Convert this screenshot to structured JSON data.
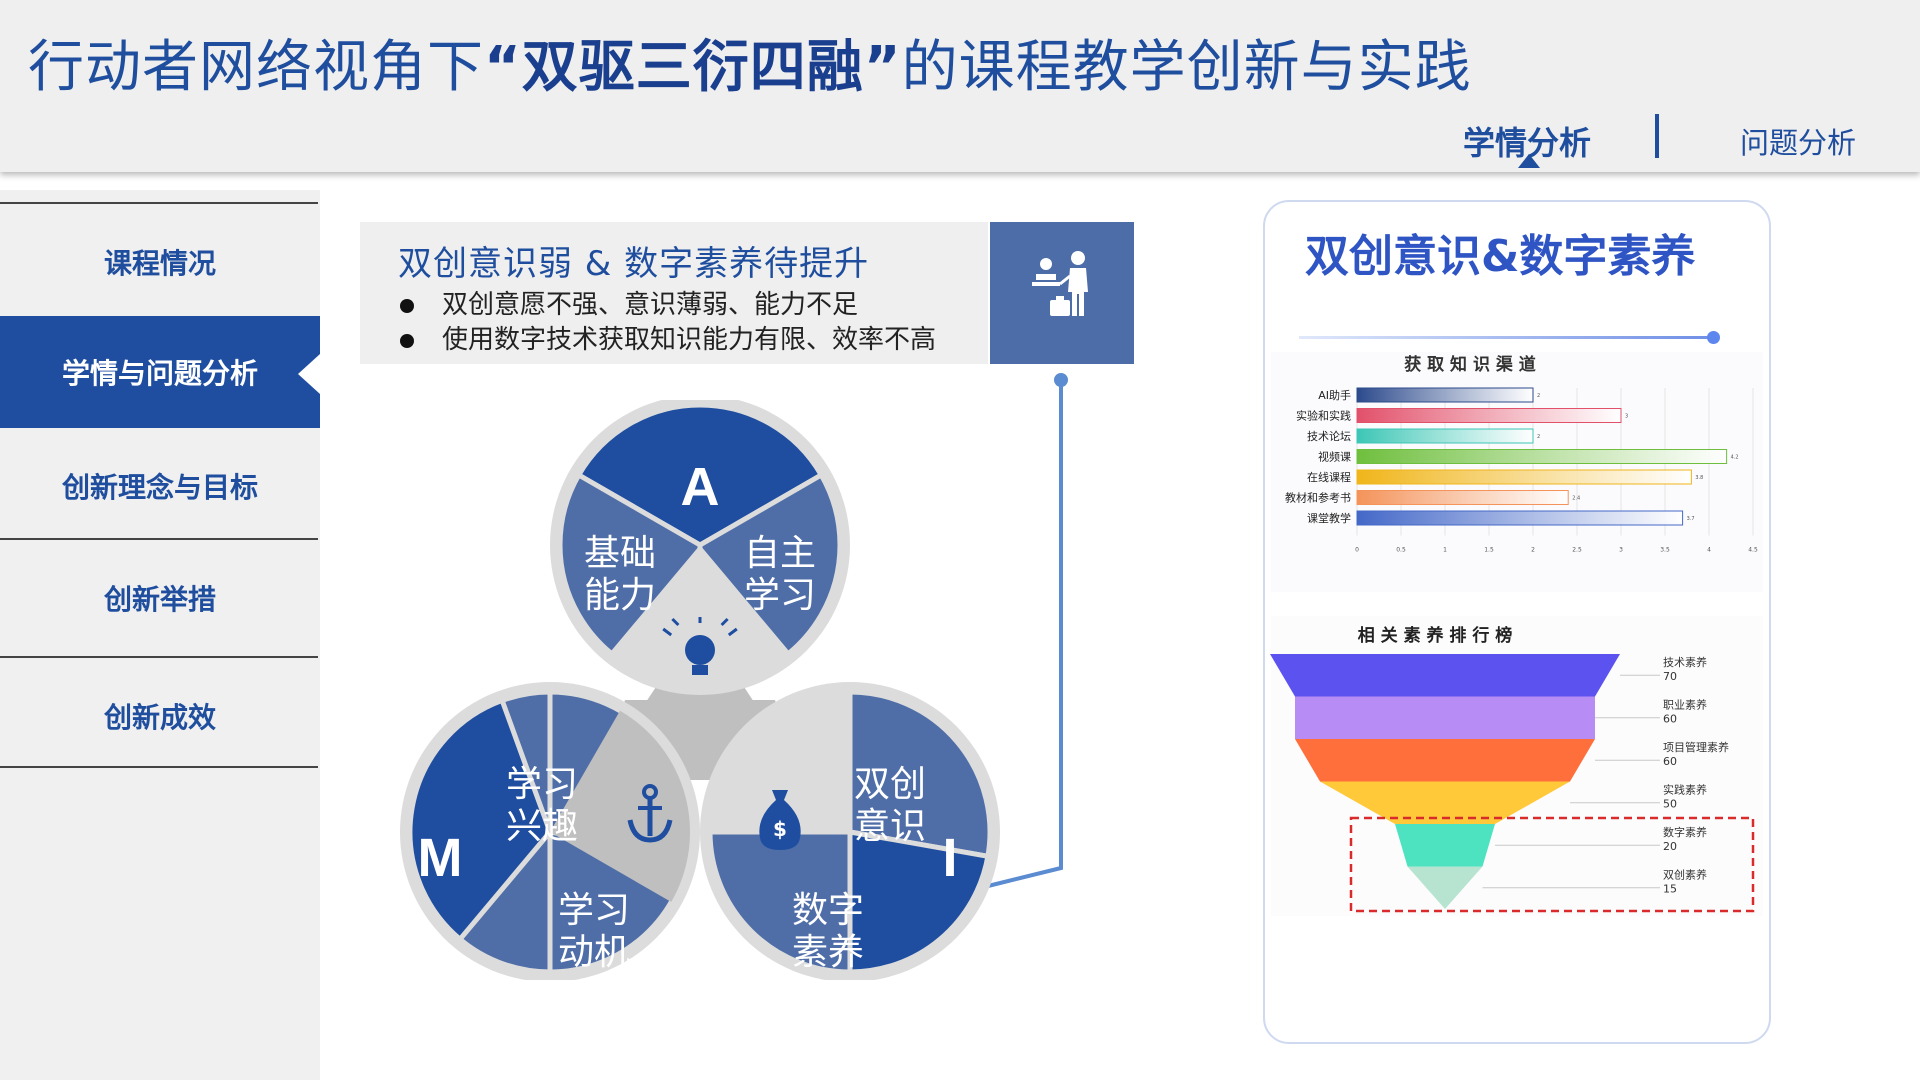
{
  "header": {
    "title_pre": "行动者网络视角下",
    "title_highlight": "“双驱三衍四融”",
    "title_post": "的课程教学创新与实践",
    "nav_active": "学情分析",
    "nav_other": "问题分析"
  },
  "sidebar": {
    "items": [
      {
        "label": "课程情况"
      },
      {
        "label": "学情与问题分析"
      },
      {
        "label": "创新理念与目标"
      },
      {
        "label": "创新举措"
      },
      {
        "label": "创新成效"
      }
    ]
  },
  "issue": {
    "title": "双创意识弱 & 数字素养待提升",
    "bullets": [
      "双创意愿不强、意识薄弱、能力不足",
      "使用数字技术获取知识能力有限、效率不高"
    ]
  },
  "diagram": {
    "top": {
      "letter": "A",
      "left": [
        "基础",
        "能力"
      ],
      "right": [
        "自主",
        "学习"
      ]
    },
    "left": {
      "letter": "M",
      "top": [
        "学习",
        "兴趣"
      ],
      "bottom": [
        "学习",
        "动机"
      ]
    },
    "right": {
      "letter": "I",
      "top": [
        "双创",
        "意识"
      ],
      "bottom": [
        "数字",
        "素养"
      ]
    },
    "icons": [
      "lightbulb-icon",
      "anchor-icon",
      "money-bag-icon"
    ],
    "colors": {
      "dark": "#1f4ea0",
      "mid": "#4f6ea8",
      "ring": "#dcdcdc",
      "center": "#bfbfbf"
    }
  },
  "card": {
    "title": "双创意识&数字素养"
  },
  "chart_data": [
    {
      "type": "bar",
      "orientation": "horizontal",
      "title": "获 取 知 识 渠 道",
      "categories": [
        "AI助手",
        "实验和实践",
        "技术论坛",
        "视频课",
        "在线课程",
        "教材和参考书",
        "课堂教学"
      ],
      "values": [
        2,
        3,
        2,
        4.2,
        3.8,
        2.4,
        3.7
      ],
      "data_labels": [
        "2",
        "3",
        "2",
        "4.2",
        "3.8",
        "2.4",
        "3.7"
      ],
      "x_ticks": [
        "0",
        "0.5",
        "1",
        "1.5",
        "2",
        "2.5",
        "3",
        "3.5",
        "4",
        "4.5"
      ],
      "xlim": [
        0,
        4.5
      ],
      "colors": [
        "#2c4a8c",
        "#e2506a",
        "#3cc6b5",
        "#6fbf3e",
        "#f0b51a",
        "#f4935a",
        "#4468c8"
      ],
      "grid": true
    },
    {
      "type": "funnel",
      "title": "相 关 素 养 排 行 榜",
      "categories": [
        "技术素养",
        "职业素养",
        "项目管理素养",
        "实践素养",
        "数字素养",
        "双创素养"
      ],
      "values": [
        70,
        60,
        60,
        50,
        20,
        15
      ],
      "colors": [
        "#5b52f0",
        "#b88cf5",
        "#ff6f3c",
        "#ffc93a",
        "#4ee3c0",
        "#b7e4d0"
      ],
      "highlight": [
        "数字素养",
        "双创素养"
      ],
      "highlight_color": "#d92b2b"
    }
  ]
}
